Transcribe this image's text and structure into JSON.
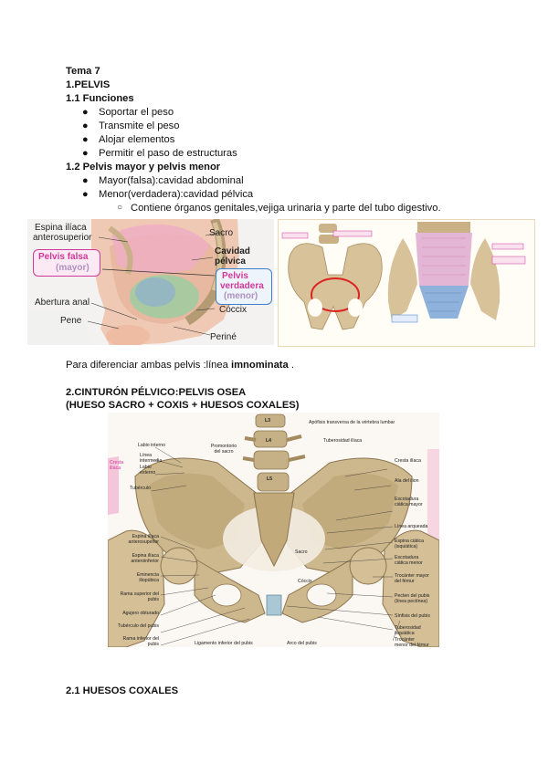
{
  "text": {
    "tema": "Tema 7",
    "h_pelvis": "1.PELVIS",
    "h_funciones": "1.1 Funciones",
    "funciones": [
      "Soportar el peso",
      "Transmite el peso",
      "Alojar elementos",
      "Permitir el paso de estructuras"
    ],
    "h_mayor_menor": "1.2 Pelvis mayor y pelvis menor",
    "mayor": "Mayor(falsa):cavidad abdominal",
    "menor": "Menor(verdadera):cavidad pélvica",
    "contiene": "Contiene órganos genitales,vejiga urinaria y parte del tubo digestivo.",
    "diferenciar_pre": "Para diferenciar ambas pelvis :línea ",
    "diferenciar_bold": "imnominata",
    "diferenciar_post": " .",
    "h_cinturon": "2.CINTURÓN PÉLVICO:PELVIS OSEA",
    "h_cinturon_sub": "(HUESO SACRO + COXIS + HUESOS COXALES)",
    "h_coxales": "2.1 HUESOS COXALES"
  },
  "fig1": {
    "espina": "Espina ilíaca",
    "anterosup": "anterosuperior",
    "falsa1": "Pelvis falsa",
    "falsa2": "(mayor)",
    "abertura": "Abertura anal",
    "pene": "Pene",
    "sacro": "Sacro",
    "cavidad1": "Cavidad",
    "cavidad2": "pélvica",
    "verd1": "Pelvis",
    "verd2": "verdadera",
    "verd3": "(menor)",
    "coccix": "Cóccix",
    "perine": "Periné"
  },
  "fig3": {
    "left": [
      "Labio interno",
      "Línea intermedia",
      "Labio externo",
      "Tubérculo",
      "Espina ilíaca anterosuperior",
      "Espina ilíaca anteroinferior",
      "Eminencia iliopúbica",
      "Rama superior del pubis",
      "Agujero obturado",
      "Tubérculo del pubis",
      "Rama inferior del pubis"
    ],
    "cresta": "Cresta ilíaca",
    "promontorio": "Promontorio del sacro",
    "apofisis": "Apófisis transversa de la vértebra lumbar",
    "tuberosidad": "Tuberosidad ilíaca",
    "right": [
      "Cresta ilíaca",
      "Ala del ilion",
      "Escotadura ciática mayor",
      "Línea arqueada",
      "Espina ciática (isquiática)",
      "Escotadura ciática menor",
      "Trocánter mayor del fémur",
      "Pecten del pubis (línea pectínea)",
      "Sínfisis del pubis",
      "Tuberosidad isquiática",
      "Trocánter menor del fémur"
    ],
    "vertebrae": [
      "L3",
      "L4",
      "L5"
    ],
    "sacro": "Sacro",
    "coccix": "Cóccix",
    "ligamento": "Ligamento inferior del pubis",
    "arco": "Arco del pubis"
  },
  "colors": {
    "accent_pink": "#d0389a",
    "accent_blue": "#3d7fc8",
    "bone": "#cbb48a"
  }
}
